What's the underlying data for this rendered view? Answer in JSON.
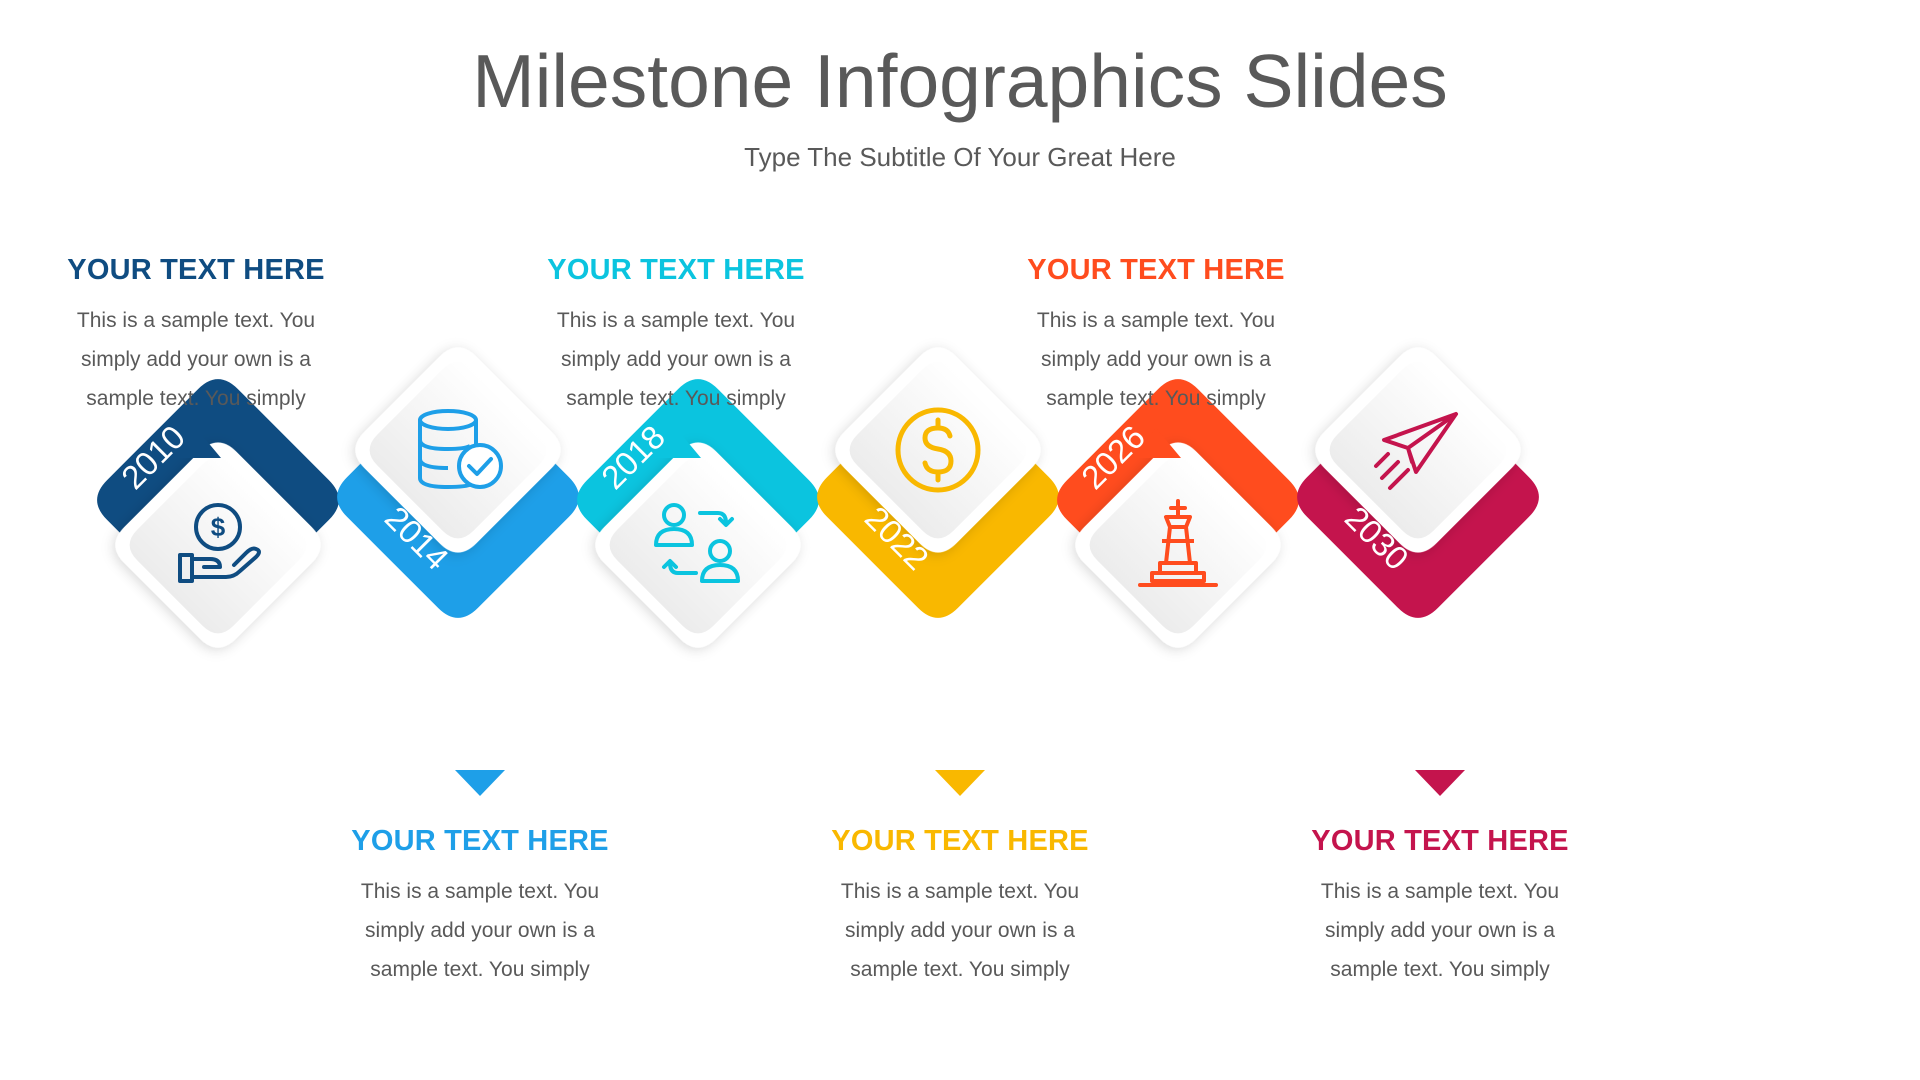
{
  "title": "Milestone Infographics Slides",
  "subtitle": "Type The Subtitle Of Your Great Here",
  "milestones": [
    {
      "year": "2010",
      "heading": "YOUR TEXT HERE",
      "text": [
        "This is a sample text. You",
        "simply add your own is a",
        "sample text. You simply"
      ],
      "color": "#0F4C81",
      "icon": "hand-dollar-icon",
      "position": "top"
    },
    {
      "year": "2014",
      "heading": "YOUR TEXT HERE",
      "text": [
        "This is a sample text. You",
        "simply add your own is a",
        "sample text. You simply"
      ],
      "color": "#1E9FE8",
      "icon": "database-check-icon",
      "position": "bottom"
    },
    {
      "year": "2018",
      "heading": "YOUR TEXT HERE",
      "text": [
        "This is a sample text. You",
        "simply add your own is a",
        "sample text. You simply"
      ],
      "color": "#0BC4DF",
      "icon": "users-exchange-icon",
      "position": "top"
    },
    {
      "year": "2022",
      "heading": "YOUR TEXT HERE",
      "text": [
        "This is a sample text. You",
        "simply add your own is a",
        "sample text. You simply"
      ],
      "color": "#F9B800",
      "icon": "dollar-coin-icon",
      "position": "bottom"
    },
    {
      "year": "2026",
      "heading": "YOUR TEXT HERE",
      "text": [
        "This is a sample text. You",
        "simply add your own is a",
        "sample text. You simply"
      ],
      "color": "#FF4C1E",
      "icon": "chess-king-icon",
      "position": "top"
    },
    {
      "year": "2030",
      "heading": "YOUR TEXT HERE",
      "text": [
        "This is a sample text. You",
        "simply add your own is a",
        "sample text. You simply"
      ],
      "color": "#C4144D",
      "icon": "paper-plane-icon",
      "position": "bottom"
    }
  ]
}
